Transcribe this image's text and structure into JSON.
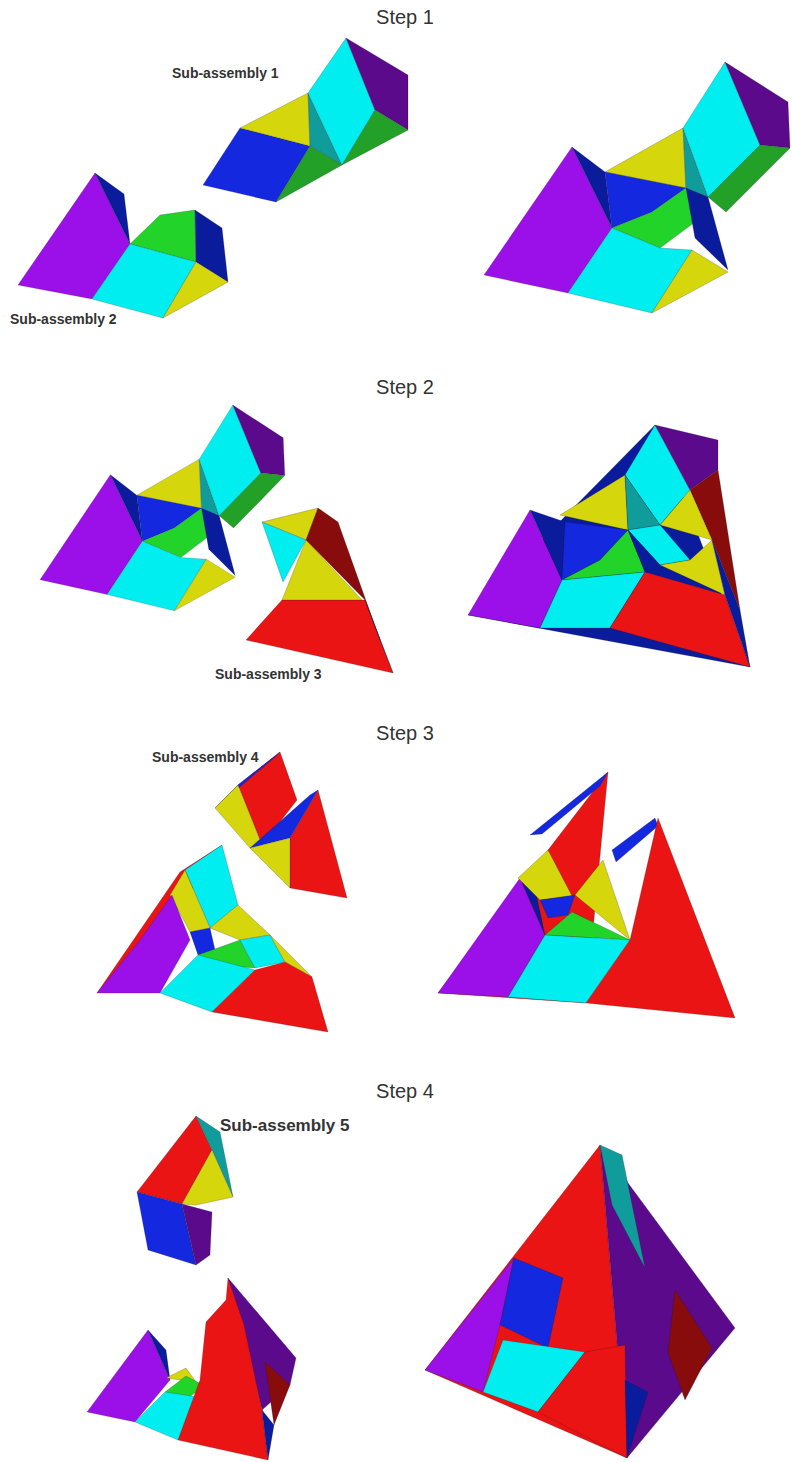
{
  "diagram": {
    "labels": [
      "Step 1",
      "Sub-assembly 1",
      "Sub-assembly 2",
      "Step 2",
      "Sub-assembly 3",
      "Step 3",
      "Sub-assembly 4",
      "Step 4",
      "Sub-assembly 5"
    ]
  }
}
